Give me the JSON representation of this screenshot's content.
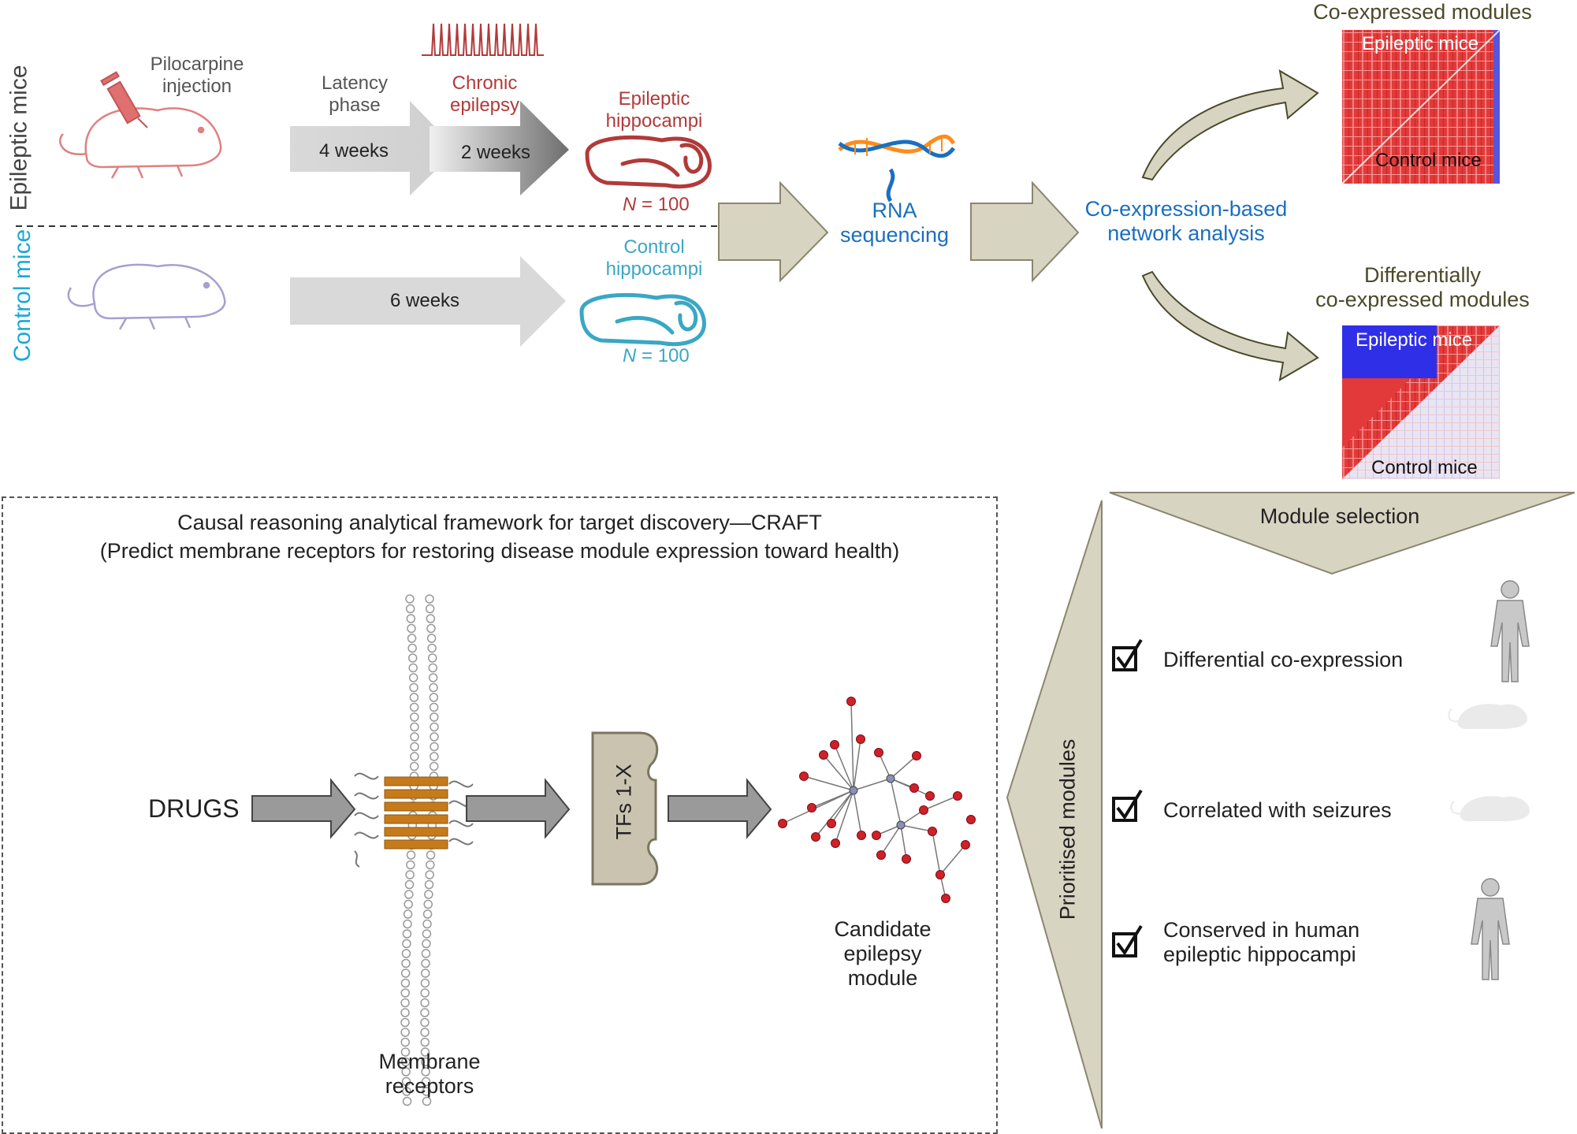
{
  "top": {
    "side_labels": {
      "epileptic": "Epileptic mice",
      "control": "Control mice"
    },
    "injection_label": "Pilocarpine\ninjection",
    "latency_label": "Latency\nphase",
    "chronic_label": "Chronic\nepilepsy",
    "arrow_4weeks": "4 weeks",
    "arrow_2weeks": "2 weeks",
    "arrow_6weeks": "6 weeks",
    "epileptic_hippo": {
      "label": "Epileptic\nhippocampi",
      "n_symbol": "N",
      "n_value": " = 100"
    },
    "control_hippo": {
      "label": "Control\nhippocampi",
      "n_symbol": "N",
      "n_value": " = 100"
    },
    "rna": "RNA\nsequencing",
    "network": "Co-expression-based\nnetwork analysis",
    "coexpressed": {
      "title": "Co-expressed modules",
      "upper": "Epileptic mice",
      "lower": "Control mice"
    },
    "diff": {
      "title": "Differentially\nco-expressed modules",
      "upper": "Epileptic mice",
      "lower": "Control mice"
    }
  },
  "selection": {
    "module_selection": "Module selection",
    "prioritised": "Prioritised modules",
    "criteria": [
      {
        "label": "Differential co-expression",
        "icon": "human-figure-icon"
      },
      {
        "label": "Correlated with seizures",
        "icon": "mouse-icon"
      },
      {
        "label": "Conserved in human\nepileptic hippocampi",
        "icon": "human-figure-icon"
      }
    ]
  },
  "craft": {
    "title_line1": "Causal reasoning analytical framework for target discovery—CRAFT",
    "title_line2": "(Predict membrane receptors for restoring disease module expression toward health)",
    "drugs": "DRUGS",
    "tfs": "TFs 1-X",
    "membrane": "Membrane\nreceptors",
    "candidate": "Candidate\nepilepsy\nmodule"
  },
  "colors": {
    "epileptic": "#b23a3a",
    "control": "#3aa7c4",
    "blue_text": "#1a6fc0",
    "olive": "#4a4a2a",
    "beige": "#d8d4c2"
  }
}
